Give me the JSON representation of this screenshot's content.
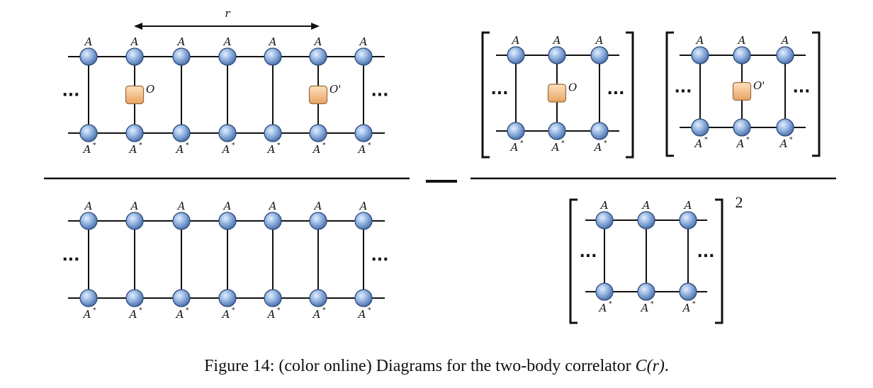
{
  "diagram": {
    "distance_label": "r",
    "ket_label": "A",
    "bra_label": "A",
    "bra_superscript": "*",
    "operator_left": "O",
    "operator_right": "O'",
    "ellipsis": "···",
    "minus_sign": "—",
    "power_label": "2"
  },
  "caption": {
    "prefix": "Figure 14: (color online) Diagrams for the two-body correlator",
    "formula": "C(r)",
    "suffix": "."
  }
}
